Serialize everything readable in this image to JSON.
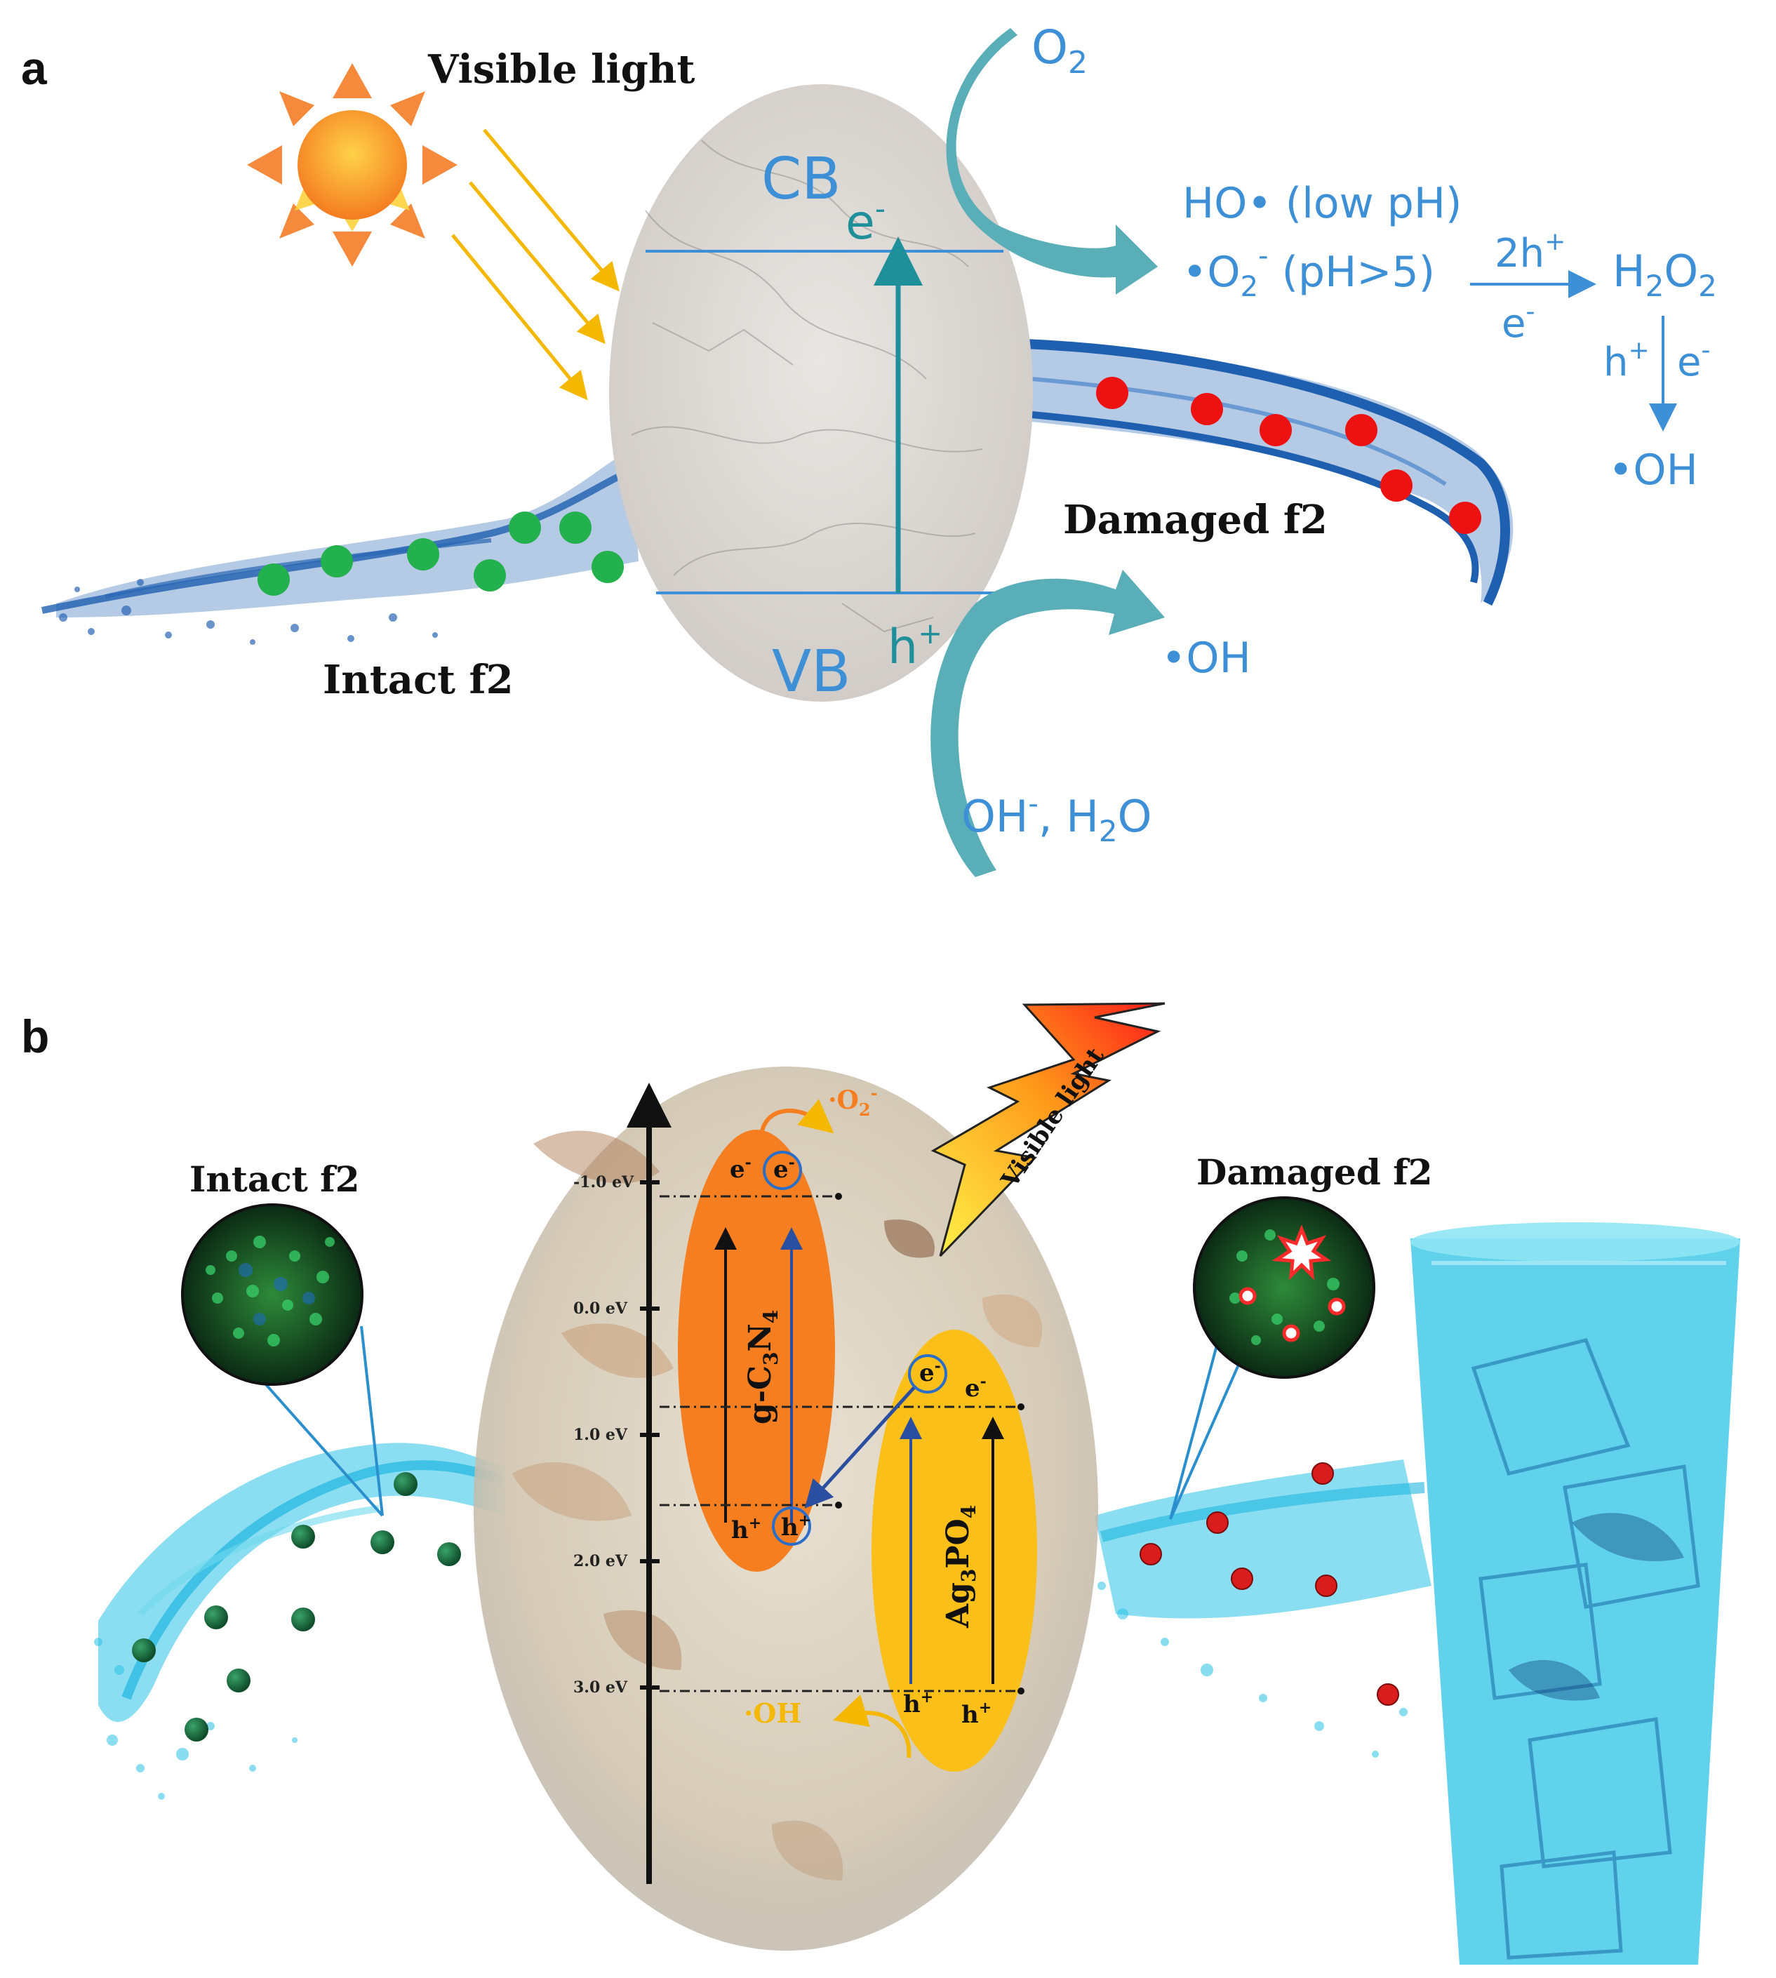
{
  "panel_a": {
    "letter": "a",
    "visible_light": "Visible light",
    "cb": "CB",
    "vb": "VB",
    "electron": "e",
    "electron_sup": "-",
    "hole": "h",
    "hole_sup": "+",
    "o2_main": "O",
    "o2_sub": "2",
    "ho_radical": "HO• (low pH)",
    "superoxide_a": "•O",
    "superoxide_b": "2",
    "superoxide_c": "-",
    "superoxide_d": " (pH>5)",
    "two_h": "2h",
    "two_h_sup": "+",
    "arrow_e": "e",
    "arrow_e_sup": "-",
    "h2o2_h": "H",
    "h2o2_2a": "2",
    "h2o2_o": "O",
    "h2o2_2b": "2",
    "down_h": "h",
    "down_h_sup": "+",
    "down_e": "e",
    "down_e_sup": "-",
    "oh_right": "•OH",
    "oh_bottom": "•OH",
    "oh_minus_a": "OH",
    "oh_minus_b": "-",
    "oh_minus_c": ", H",
    "oh_minus_d": "2",
    "oh_minus_e": "O",
    "damaged": "Damaged f2",
    "intact": "Intact f2"
  },
  "panel_b": {
    "letter": "b",
    "intact": "Intact f2",
    "damaged": "Damaged  f2",
    "visible_light": "Visible light",
    "gcn_a": "g-C",
    "gcn_b": "3",
    "gcn_c": "N",
    "gcn_d": "4",
    "agpo_a": "Ag",
    "agpo_b": "3",
    "agpo_c": "PO",
    "agpo_d": "4",
    "o2_radical_a": "·O",
    "o2_radical_b": "2",
    "o2_radical_c": "-",
    "oh_radical": "·OH",
    "e_label": "e",
    "e_sup": "-",
    "h_label": "h",
    "h_sup": "+",
    "ticks": [
      "-1.0 eV",
      "0.0 eV",
      "1.0 eV",
      "2.0 eV",
      "3.0 eV"
    ]
  },
  "colors": {
    "blue_text": "#3d8fd6",
    "teal": "#1f8f9a",
    "orange": "#f57f20",
    "yellow": "#fbbf1a",
    "green_dot": "#22b14c",
    "red_dot": "#ee1111",
    "water": "#1f5fb0",
    "cyan_water": "#2bc3e6"
  }
}
